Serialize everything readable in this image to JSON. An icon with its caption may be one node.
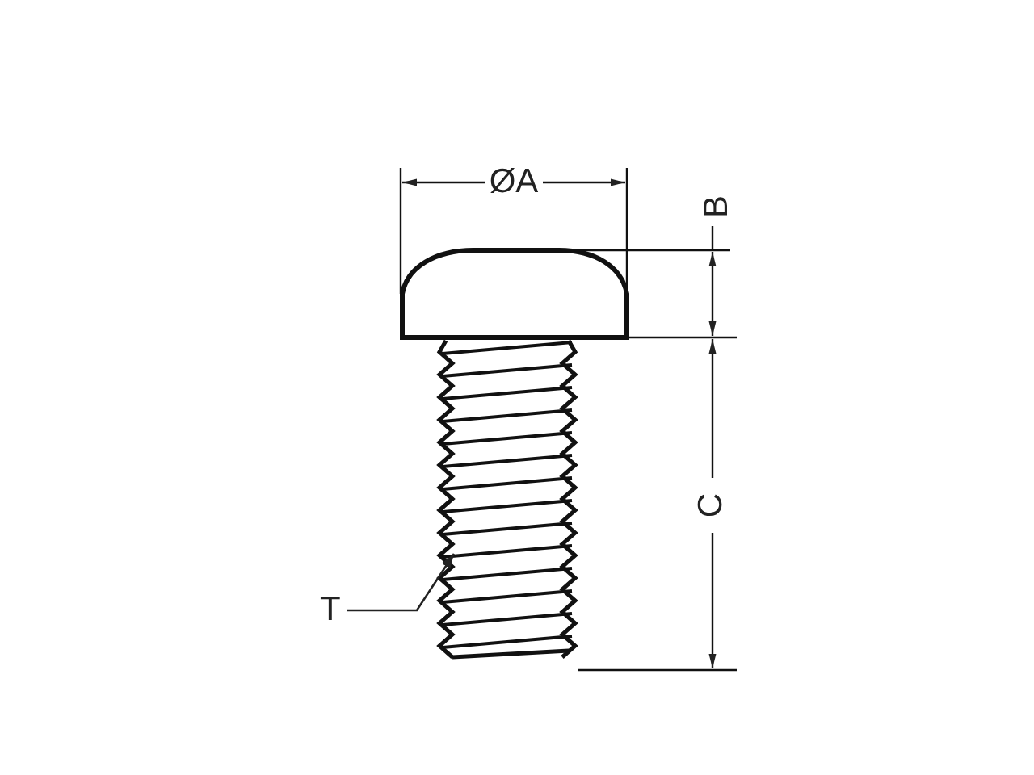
{
  "diagram": {
    "nodes": [
      {
        "text": [
          "T"
        ]
      },
      {
        "text": [],
        "shape": "picture"
      }
    ],
    "edges": [
      {
        "from": 0,
        "to": 1,
        "arrow": "to"
      }
    ],
    "labels": [
      "ØA",
      "B",
      "C"
    ]
  }
}
